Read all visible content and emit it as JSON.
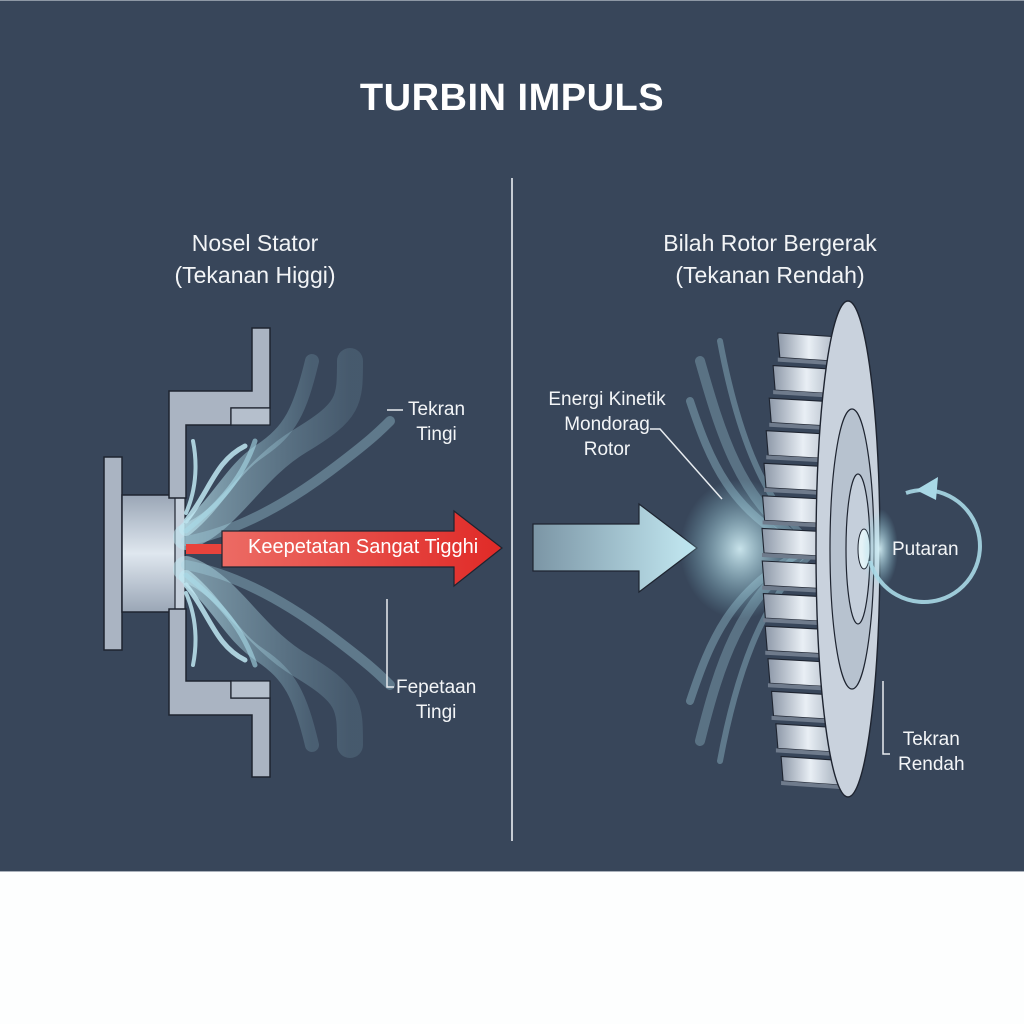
{
  "title": "TURBIN IMPULS",
  "left_section": {
    "heading_line1": "Nosel Stator",
    "heading_line2": "(Tekanan Higgi)",
    "labels": {
      "top_right": [
        "Tekran",
        "Tingi"
      ],
      "bottom_right": [
        "Fepetaan",
        "Tingi"
      ]
    },
    "arrow_label": "Keepetatan Sangat Tigghi"
  },
  "right_section": {
    "heading_line1": "Bilah Rotor Bergerak",
    "heading_line2": "(Tekanan Rendah)",
    "labels": {
      "kinetic": [
        "Energi Kinetik",
        "Mondorag",
        "Rotor"
      ],
      "rotation": "Putaran",
      "bottom_right": [
        "Tekran",
        "Rendah"
      ]
    }
  },
  "colors": {
    "background": "#38465a",
    "velocity_arrow": "#e8322f",
    "flow": "#a8dbe8",
    "metal": "#b8c2cf"
  }
}
